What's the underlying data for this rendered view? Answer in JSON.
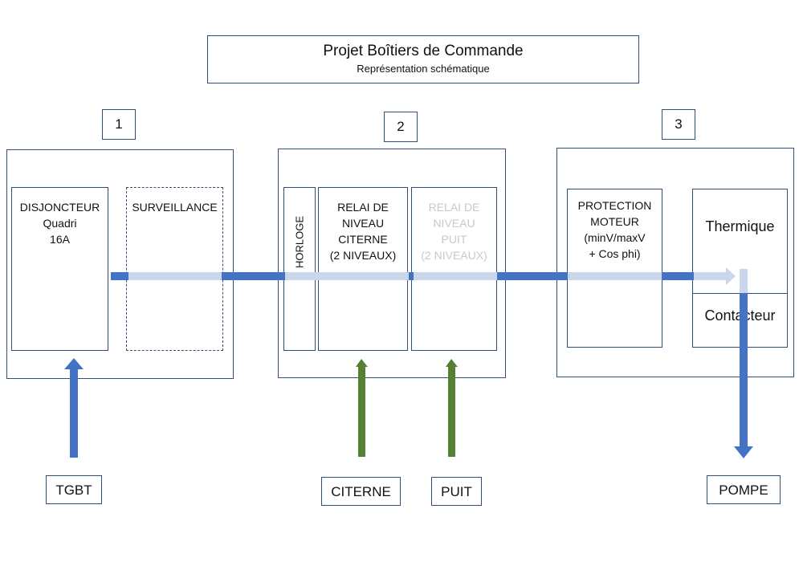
{
  "title": {
    "main": "Projet Boîtiers de Commande",
    "sub": "Représentation schématique"
  },
  "groups": [
    {
      "number": "1"
    },
    {
      "number": "2"
    },
    {
      "number": "3"
    }
  ],
  "components": {
    "disjoncteur": [
      "DISJONCTEUR",
      "Quadri",
      "16A"
    ],
    "surveillance": "SURVEILLANCE",
    "horloge": "HORLOGE",
    "relai_citerne": [
      "RELAI DE",
      "NIVEAU",
      "CITERNE",
      "(2 NIVEAUX)"
    ],
    "relai_puit": [
      "RELAI DE",
      "NIVEAU",
      "PUIT",
      "(2 NIVEAUX)"
    ],
    "protection": [
      "PROTECTION",
      "MOTEUR",
      "(minV/maxV",
      "+ Cos phi)"
    ],
    "thermique": "Thermique",
    "contacteur": "Contacteur"
  },
  "endpoints": {
    "tgbt": "TGBT",
    "citerne": "CITERNE",
    "puit": "PUIT",
    "pompe": "POMPE"
  },
  "colors": {
    "line_dark": "#4472c4",
    "line_light": "#c9d6ec",
    "arrow_green": "#548235",
    "border": "#2f4f7a",
    "faded_text": "#c5c9ce"
  }
}
